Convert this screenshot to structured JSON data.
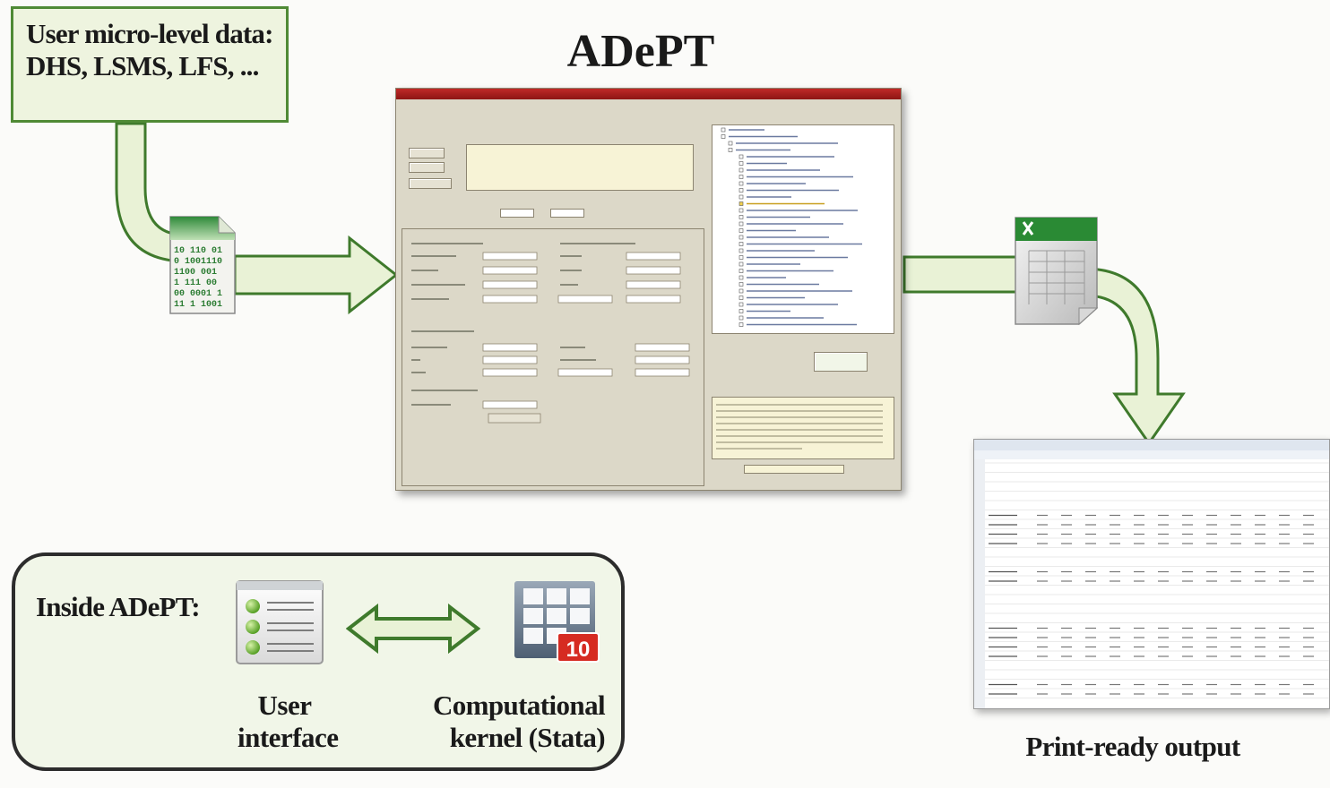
{
  "input_label": "User micro-level data: DHS, LSMS, LFS, ...",
  "title": "ADePT",
  "output_caption": "Print-ready output",
  "inside_label": "Inside ADePT:",
  "ui_caption": "User interface",
  "kernel_caption": "Computational kernel (Stata)",
  "data_file_glyphs": [
    "10 110 01",
    "0 1001110",
    "1100 001",
    "1 111 00",
    "00 0001 1",
    "11 1 1001"
  ],
  "kernel_badge": "10",
  "colors": {
    "green_dark": "#4f8a35",
    "green_fill": "#eef4df",
    "arrow_fill": "#e9f2d6",
    "app_frame": "#dcd8c8",
    "title_red": "#b02220",
    "kernel_red": "#d62b22"
  },
  "icons": [
    "data-file-icon",
    "spreadsheet-file-icon",
    "user-interface-icon",
    "computational-kernel-icon",
    "double-arrow-icon"
  ]
}
